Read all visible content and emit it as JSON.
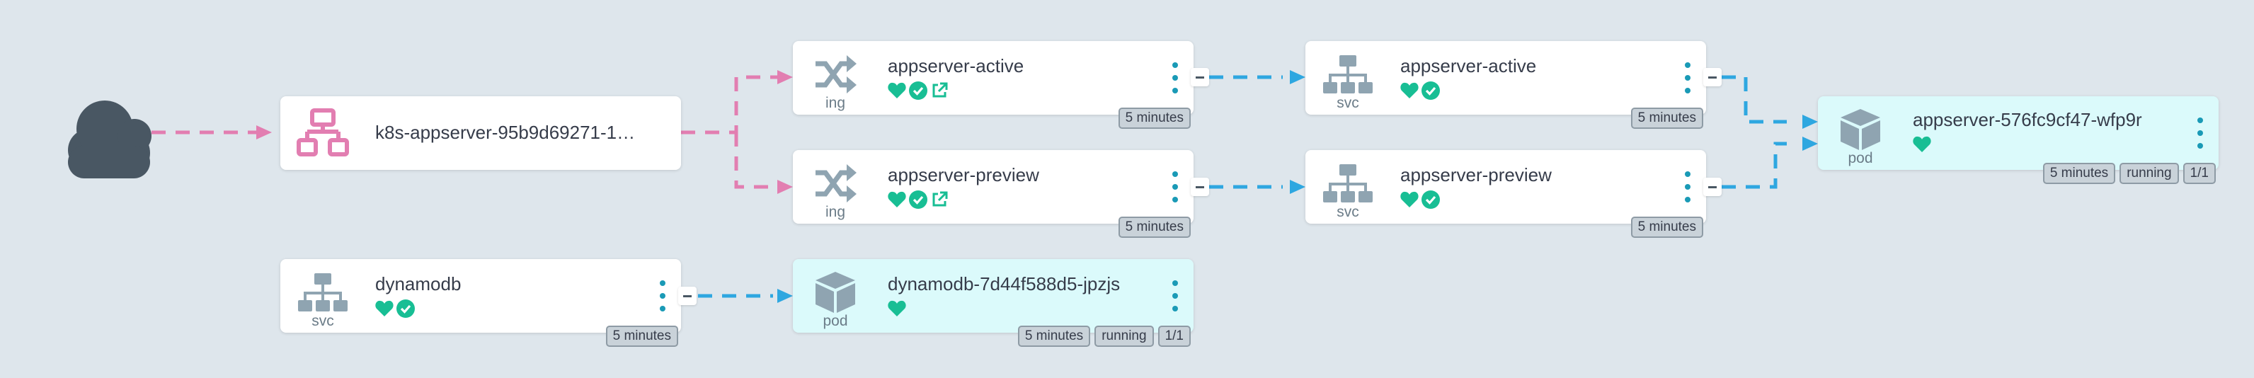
{
  "colors": {
    "background": "#dee6ec",
    "ingress_edge": "#e27eb1",
    "service_edge": "#2ea7e0",
    "menu_dots": "#1a9ab6",
    "health_green": "#18be94",
    "icon_gray": "#8fa4b1",
    "lb_pink": "#e27eb1",
    "cloud": "#495763",
    "pod_bg": "#dbfafb"
  },
  "nodes": {
    "loadbalancer": {
      "title": "k8s-appserver-95b9d69271-1…",
      "icon": "network-icon"
    },
    "ing_active": {
      "title": "appserver-active",
      "kind": "ing",
      "icon": "ingress-shuffle-icon",
      "tags": [
        "5 minutes"
      ]
    },
    "ing_preview": {
      "title": "appserver-preview",
      "kind": "ing",
      "icon": "ingress-shuffle-icon",
      "tags": [
        "5 minutes"
      ]
    },
    "svc_active": {
      "title": "appserver-active",
      "kind": "svc",
      "icon": "service-tree-icon",
      "tags": [
        "5 minutes"
      ]
    },
    "svc_preview": {
      "title": "appserver-preview",
      "kind": "svc",
      "icon": "service-tree-icon",
      "tags": [
        "5 minutes"
      ]
    },
    "pod_appserver": {
      "title": "appserver-576fc9cf47-wfp9r",
      "kind": "pod",
      "icon": "cube-icon",
      "tags": [
        "5 minutes",
        "running",
        "1/1"
      ]
    },
    "svc_dynamodb": {
      "title": "dynamodb",
      "kind": "svc",
      "icon": "service-tree-icon",
      "tags": [
        "5 minutes"
      ]
    },
    "pod_dynamodb": {
      "title": "dynamodb-7d44f588d5-jpzjs",
      "kind": "pod",
      "icon": "cube-icon",
      "tags": [
        "5 minutes",
        "running",
        "1/1"
      ]
    }
  }
}
